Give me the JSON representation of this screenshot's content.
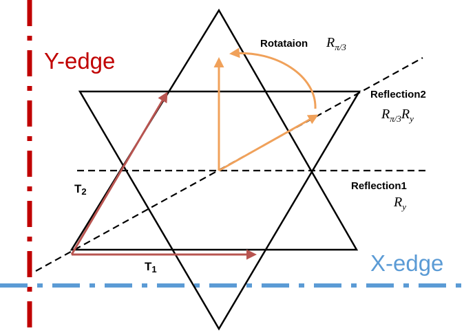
{
  "labels": {
    "y_edge": "Y-edge",
    "x_edge": "X-edge",
    "rotation_word": "Rotataion",
    "rotation_math": {
      "base": "R",
      "sub": "π/3"
    },
    "reflection2_word": "Reflection2",
    "reflection2_math": [
      {
        "base": "R",
        "sub": "π/3"
      },
      {
        "base": "R",
        "sub": "y"
      }
    ],
    "reflection1_word": "Reflection1",
    "reflection1_math": {
      "base": "R",
      "sub": "y"
    },
    "t1": {
      "base": "T",
      "sub": "1"
    },
    "t2": {
      "base": "T",
      "sub": "2"
    }
  },
  "colors": {
    "shape": "#000000",
    "y_edge": "#c00000",
    "x_edge": "#5b9bd5",
    "rotation": "#f0a15a",
    "translation": "#b85450"
  }
}
